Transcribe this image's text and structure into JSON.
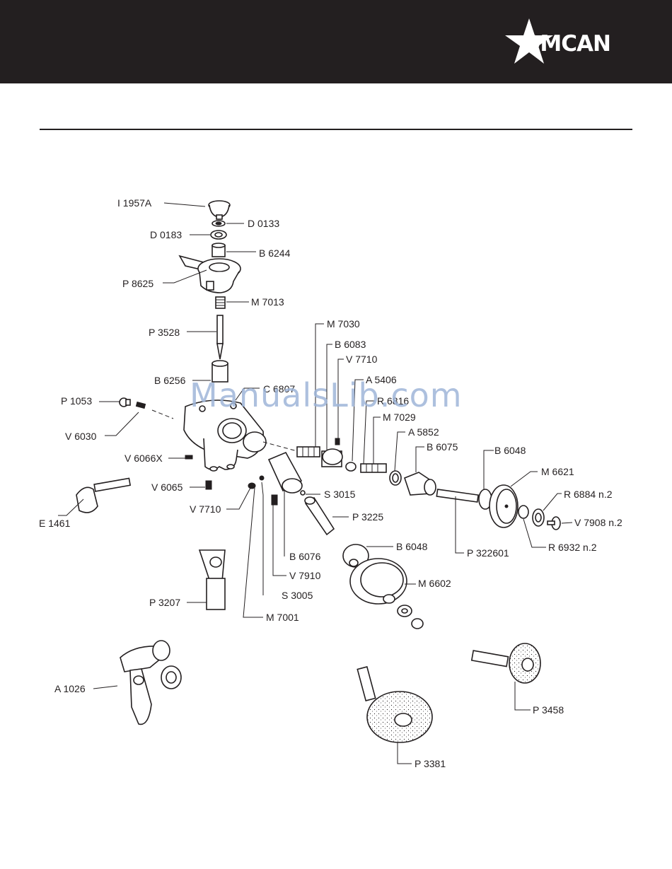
{
  "header": {
    "brand": "OMCAN",
    "colors": {
      "band": "#231f20",
      "logo": "#ffffff"
    }
  },
  "watermark": {
    "text": "ManualsLib.com",
    "color": "#9fb6d9"
  },
  "parts": [
    {
      "id": "label-i1957a",
      "text": "I 1957A"
    },
    {
      "id": "label-d0133",
      "text": "D 0133"
    },
    {
      "id": "label-d0183",
      "text": "D 0183"
    },
    {
      "id": "label-b6244",
      "text": "B 6244"
    },
    {
      "id": "label-p8625",
      "text": "P 8625"
    },
    {
      "id": "label-m7013",
      "text": "M 7013"
    },
    {
      "id": "label-p3528",
      "text": "P 3528"
    },
    {
      "id": "label-m7030",
      "text": "M 7030"
    },
    {
      "id": "label-b6083",
      "text": "B 6083"
    },
    {
      "id": "label-v7710a",
      "text": "V 7710"
    },
    {
      "id": "label-b6256",
      "text": "B 6256"
    },
    {
      "id": "label-c6807",
      "text": "C 6807"
    },
    {
      "id": "label-a5406",
      "text": "A 5406"
    },
    {
      "id": "label-r6816",
      "text": "R 6816"
    },
    {
      "id": "label-p1053",
      "text": "P 1053"
    },
    {
      "id": "label-m7029",
      "text": "M 7029"
    },
    {
      "id": "label-a5852",
      "text": "A 5852"
    },
    {
      "id": "label-v6030",
      "text": "V 6030"
    },
    {
      "id": "label-b6075",
      "text": "B 6075"
    },
    {
      "id": "label-b6048a",
      "text": "B 6048"
    },
    {
      "id": "label-v6066x",
      "text": "V 6066X"
    },
    {
      "id": "label-m6621",
      "text": "M 6621"
    },
    {
      "id": "label-v6065",
      "text": "V 6065"
    },
    {
      "id": "label-r6884",
      "text": "R 6884   n.2"
    },
    {
      "id": "label-s3015",
      "text": "S 3015"
    },
    {
      "id": "label-v7710b",
      "text": "V 7710"
    },
    {
      "id": "label-v7908",
      "text": "V 7908   n.2"
    },
    {
      "id": "label-e1461",
      "text": "E 1461"
    },
    {
      "id": "label-p3225",
      "text": "P 3225"
    },
    {
      "id": "label-r6932",
      "text": "R 6932   n.2"
    },
    {
      "id": "label-b6048b",
      "text": "B 6048"
    },
    {
      "id": "label-p322601",
      "text": "P 322601"
    },
    {
      "id": "label-b6076",
      "text": "B 6076"
    },
    {
      "id": "label-v7910",
      "text": "V 7910"
    },
    {
      "id": "label-m6602",
      "text": "M 6602"
    },
    {
      "id": "label-s3005",
      "text": "S 3005"
    },
    {
      "id": "label-p3207",
      "text": "P 3207"
    },
    {
      "id": "label-m7001",
      "text": "M 7001"
    },
    {
      "id": "label-a1026",
      "text": "A 1026"
    },
    {
      "id": "label-p3458",
      "text": "P 3458"
    },
    {
      "id": "label-p3381",
      "text": "P 3381"
    }
  ]
}
